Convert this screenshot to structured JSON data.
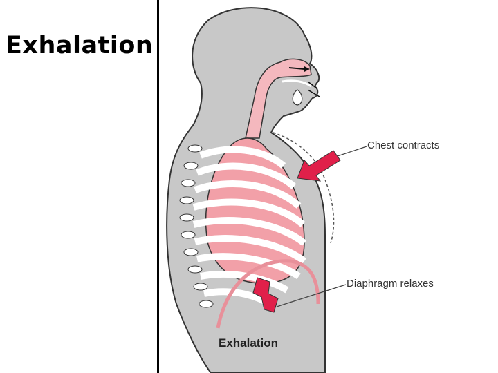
{
  "slide": {
    "title": "Exhalation"
  },
  "diagram": {
    "caption": "Exhalation",
    "labels": {
      "chest": "Chest contracts",
      "diaphragm": "Diaphragm relaxes"
    },
    "colors": {
      "body": "#c8c8c8",
      "outline": "#333333",
      "lung": "#f2a0a8",
      "airway": "#f4b8be",
      "arrow": "#e0204a",
      "rib": "#ffffff"
    }
  }
}
